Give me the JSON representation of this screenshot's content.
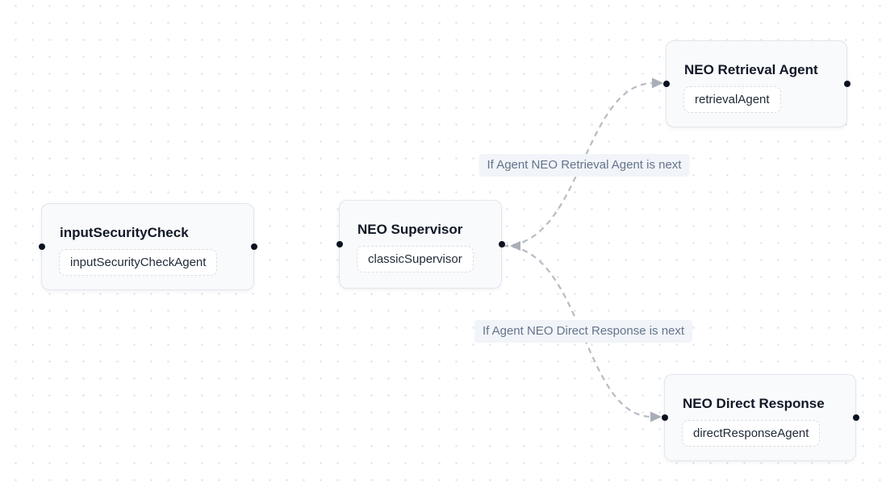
{
  "canvas": {
    "background_color": "#ffffff",
    "dot_color": "#d9dde3",
    "edge_color": "#b7bbc4",
    "arrowhead_color": "#a9aeb7",
    "handle_color": "#0b1220",
    "node_background": "#f9fafb",
    "node_border": "#e2e5ee",
    "label_background": "#f1f4f8",
    "label_text_color": "#64748b"
  },
  "nodes": [
    {
      "title": "inputSecurityCheck",
      "badge": "inputSecurityCheckAgent"
    },
    {
      "title": "NEO Supervisor",
      "badge": "classicSupervisor"
    },
    {
      "title": "NEO Retrieval Agent",
      "badge": "retrievalAgent"
    },
    {
      "title": "NEO Direct Response",
      "badge": "directResponseAgent"
    }
  ],
  "edges": [
    {
      "label": "If Agent NEO Retrieval Agent is next"
    },
    {
      "label": "If Agent NEO Direct Response is next"
    }
  ]
}
